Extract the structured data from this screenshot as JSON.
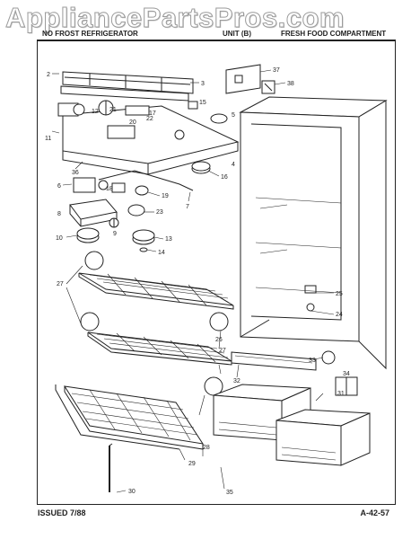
{
  "watermark": "AppliancePartsPros.com",
  "header": {
    "left": "NO FROST REFRIGERATOR",
    "middle": "UNIT (B)",
    "right": "FRESH FOOD COMPARTMENT"
  },
  "footer": {
    "issued": "ISSUED 7/88",
    "code": "A-42-57"
  },
  "callouts": [
    "2",
    "3",
    "4",
    "5",
    "6",
    "7",
    "8",
    "9",
    "10",
    "11",
    "12",
    "13",
    "14",
    "15",
    "16",
    "17",
    "18",
    "19",
    "20",
    "21",
    "22",
    "23",
    "24",
    "25",
    "26",
    "27",
    "28",
    "29",
    "30",
    "31",
    "32",
    "33",
    "34",
    "35",
    "36",
    "37",
    "38"
  ]
}
